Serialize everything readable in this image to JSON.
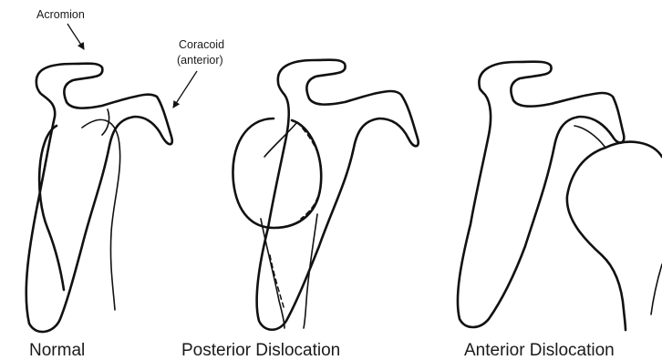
{
  "labels": {
    "acromion": "Acromion",
    "coracoid_line1": "Coracoid",
    "coracoid_line2": "(anterior)"
  },
  "panels": [
    {
      "caption": "Normal"
    },
    {
      "caption": "Posterior Dislocation"
    },
    {
      "caption": "Anterior Dislocation"
    }
  ],
  "colors": {
    "line": "#111111",
    "background": "#ffffff",
    "text": "#1a1a1a"
  }
}
